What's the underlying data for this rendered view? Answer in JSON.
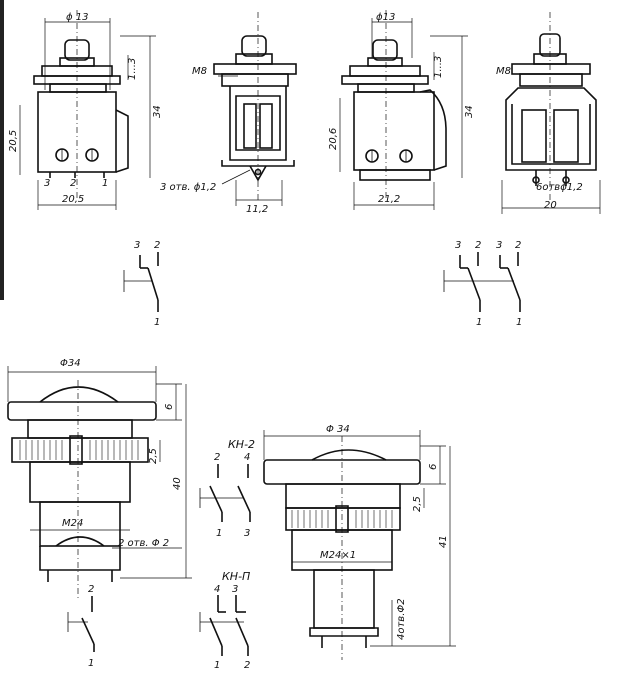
{
  "switch_a": {
    "dia": "ϕ 13",
    "travel": "1...3",
    "height": "34",
    "body_h": "20,5",
    "width": "20,5",
    "term_3": "3",
    "term_2": "2",
    "term_1": "1"
  },
  "switch_a_side": {
    "thread": "M8",
    "holes": "3 отв. ϕ1,2",
    "width": "11,2"
  },
  "switch_b": {
    "dia": "ϕ13",
    "travel": "1...3",
    "height": "34",
    "body_h": "20,6",
    "width": "21,2"
  },
  "switch_b_side": {
    "thread": "M8",
    "holes": "6отвϕ1,2",
    "width": "20"
  },
  "schema_a": {
    "t3": "3",
    "t2": "2",
    "t1": "1"
  },
  "schema_b": {
    "t3a": "3",
    "t2a": "2",
    "t3b": "3",
    "t2b": "2",
    "t1a": "1",
    "t1b": "1"
  },
  "button_big": {
    "dia": "Φ34",
    "cap_h": "6",
    "ring_h": "2,5",
    "height": "40",
    "thread": "M24",
    "holes": "2 отв. Φ 2"
  },
  "kn2": {
    "title": "КН-2",
    "t2": "2",
    "t4": "4",
    "t1": "1",
    "t3": "3"
  },
  "knp": {
    "title": "КН-П",
    "t4": "4",
    "t3": "3",
    "t1": "1",
    "t2": "2"
  },
  "schema_c": {
    "t2": "2",
    "t1": "1"
  },
  "button_small": {
    "dia": "Φ 34",
    "cap_h": "6",
    "ring_h": "2,5",
    "height": "41",
    "thread": "M24×1",
    "holes": "4отв.Φ2"
  }
}
